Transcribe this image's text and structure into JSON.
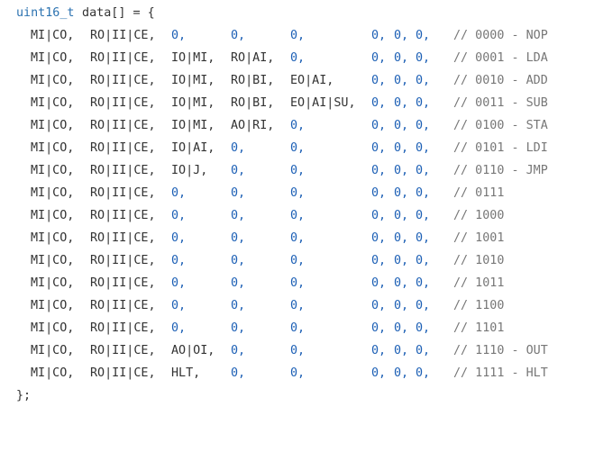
{
  "header": {
    "type": "uint16_t",
    "decl": " data[] = {"
  },
  "footer": "};",
  "rows": [
    {
      "c1": "MI|CO,",
      "c2": "RO|II|CE,",
      "c3": "0,",
      "c4": "0,",
      "c5": "0,",
      "c6": "0,",
      "c7": "0,",
      "c8": "0,",
      "comment": "// 0000 - NOP"
    },
    {
      "c1": "MI|CO,",
      "c2": "RO|II|CE,",
      "c3": "IO|MI,",
      "c4": "RO|AI,",
      "c5": "0,",
      "c6": "0,",
      "c7": "0,",
      "c8": "0,",
      "comment": "// 0001 - LDA"
    },
    {
      "c1": "MI|CO,",
      "c2": "RO|II|CE,",
      "c3": "IO|MI,",
      "c4": "RO|BI,",
      "c5": "EO|AI,",
      "c6": "0,",
      "c7": "0,",
      "c8": "0,",
      "comment": "// 0010 - ADD"
    },
    {
      "c1": "MI|CO,",
      "c2": "RO|II|CE,",
      "c3": "IO|MI,",
      "c4": "RO|BI,",
      "c5": "EO|AI|SU,",
      "c6": "0,",
      "c7": "0,",
      "c8": "0,",
      "comment": "// 0011 - SUB"
    },
    {
      "c1": "MI|CO,",
      "c2": "RO|II|CE,",
      "c3": "IO|MI,",
      "c4": "AO|RI,",
      "c5": "0,",
      "c6": "0,",
      "c7": "0,",
      "c8": "0,",
      "comment": "// 0100 - STA"
    },
    {
      "c1": "MI|CO,",
      "c2": "RO|II|CE,",
      "c3": "IO|AI,",
      "c4": "0,",
      "c5": "0,",
      "c6": "0,",
      "c7": "0,",
      "c8": "0,",
      "comment": "// 0101 - LDI"
    },
    {
      "c1": "MI|CO,",
      "c2": "RO|II|CE,",
      "c3": "IO|J,",
      "c4": "0,",
      "c5": "0,",
      "c6": "0,",
      "c7": "0,",
      "c8": "0,",
      "comment": "// 0110 - JMP"
    },
    {
      "c1": "MI|CO,",
      "c2": "RO|II|CE,",
      "c3": "0,",
      "c4": "0,",
      "c5": "0,",
      "c6": "0,",
      "c7": "0,",
      "c8": "0,",
      "comment": "// 0111"
    },
    {
      "c1": "MI|CO,",
      "c2": "RO|II|CE,",
      "c3": "0,",
      "c4": "0,",
      "c5": "0,",
      "c6": "0,",
      "c7": "0,",
      "c8": "0,",
      "comment": "// 1000"
    },
    {
      "c1": "MI|CO,",
      "c2": "RO|II|CE,",
      "c3": "0,",
      "c4": "0,",
      "c5": "0,",
      "c6": "0,",
      "c7": "0,",
      "c8": "0,",
      "comment": "// 1001"
    },
    {
      "c1": "MI|CO,",
      "c2": "RO|II|CE,",
      "c3": "0,",
      "c4": "0,",
      "c5": "0,",
      "c6": "0,",
      "c7": "0,",
      "c8": "0,",
      "comment": "// 1010"
    },
    {
      "c1": "MI|CO,",
      "c2": "RO|II|CE,",
      "c3": "0,",
      "c4": "0,",
      "c5": "0,",
      "c6": "0,",
      "c7": "0,",
      "c8": "0,",
      "comment": "// 1011"
    },
    {
      "c1": "MI|CO,",
      "c2": "RO|II|CE,",
      "c3": "0,",
      "c4": "0,",
      "c5": "0,",
      "c6": "0,",
      "c7": "0,",
      "c8": "0,",
      "comment": "// 1100"
    },
    {
      "c1": "MI|CO,",
      "c2": "RO|II|CE,",
      "c3": "0,",
      "c4": "0,",
      "c5": "0,",
      "c6": "0,",
      "c7": "0,",
      "c8": "0,",
      "comment": "// 1101"
    },
    {
      "c1": "MI|CO,",
      "c2": "RO|II|CE,",
      "c3": "AO|OI,",
      "c4": "0,",
      "c5": "0,",
      "c6": "0,",
      "c7": "0,",
      "c8": "0,",
      "comment": "// 1110 - OUT"
    },
    {
      "c1": "MI|CO,",
      "c2": "RO|II|CE,",
      "c3": "HLT,",
      "c4": "0,",
      "c5": "0,",
      "c6": "0,",
      "c7": "0,",
      "c8": "0,",
      "comment": "// 1111 - HLT"
    }
  ],
  "colors": {
    "keyword": "#2b72b0",
    "number": "#1c5fb5",
    "comment": "#777777",
    "text": "#333333"
  }
}
